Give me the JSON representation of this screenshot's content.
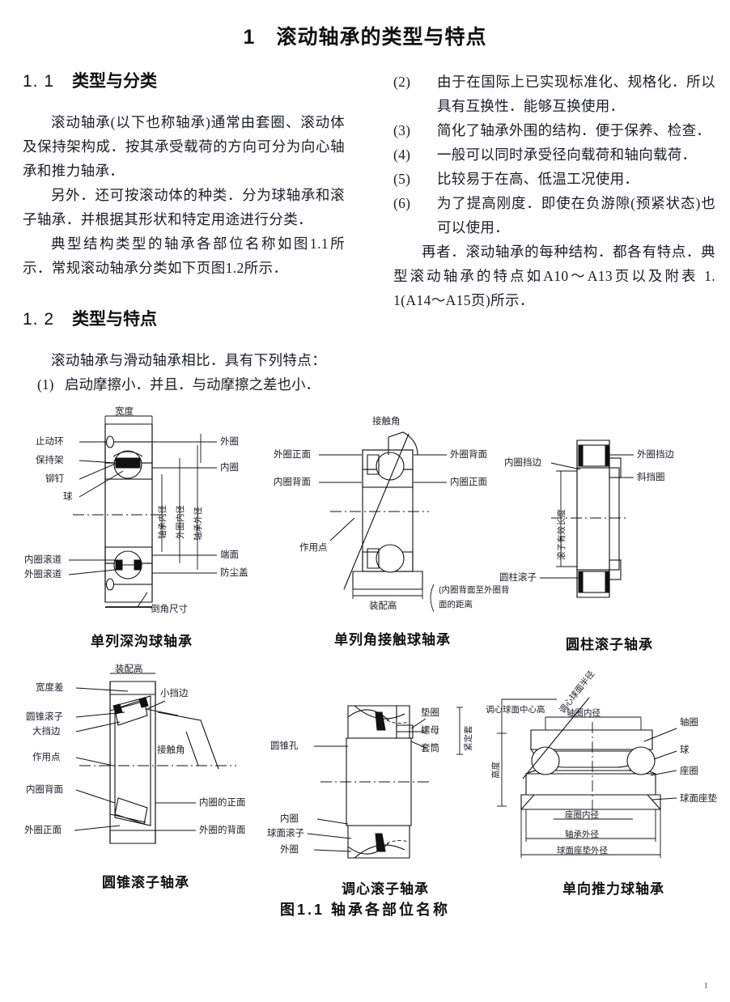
{
  "page": {
    "chapter_number": "1",
    "chapter_title": "滚动轴承的类型与特点",
    "footer_mark": "1"
  },
  "sections": {
    "s11": {
      "number": "1. 1",
      "title": "类型与分类",
      "paragraphs": [
        "滚动轴承(以下也称轴承)通常由套圈、滚动体及保持架构成．按其承受载荷的方向可分为向心轴承和推力轴承．",
        "另外．还可按滚动体的种类．分为球轴承和滚子轴承．并根据其形状和特定用途进行分类．",
        "典型结构类型的轴承各部位名称如图1.1所示．常规滚动轴承分类如下页图1.2所示．"
      ]
    },
    "s12": {
      "number": "1. 2",
      "title": "类型与特点",
      "lead": "滚动轴承与滑动轴承相比．具有下列特点：",
      "items": [
        {
          "marker": "(1)",
          "text": "启动摩擦小．并且．与动摩擦之差也小．"
        },
        {
          "marker": "(2)",
          "text": "由于在国际上已实现标准化、规格化．所以具有互换性．能够互换使用．"
        },
        {
          "marker": "(3)",
          "text": "简化了轴承外围的结构．便于保养、检查．"
        },
        {
          "marker": "(4)",
          "text": "一般可以同时承受径向载荷和轴向载荷．"
        },
        {
          "marker": "(5)",
          "text": "比较易于在高、低温工况使用．"
        },
        {
          "marker": "(6)",
          "text": "为了提高刚度．即使在负游隙(预紧状态)也可以使用．"
        }
      ],
      "closing": "再者．滚动轴承的每种结构．都各有特点．典型滚动轴承的特点如A10～A13页以及附表 1. 1(A14～A15页)所示．"
    }
  },
  "figure": {
    "title": "图1.1 轴承各部位名称",
    "cells": [
      {
        "caption": "单列深沟球轴承",
        "labels": {
          "width": "宽度",
          "snap_ring": "止动环",
          "cage": "保持架",
          "rivet": "铆钉",
          "ball": "球",
          "outer_ring": "外圈",
          "inner_ring": "内圈",
          "bearing_bore": "轴承内径",
          "outer_ring_bore": "外圈内径",
          "bearing_od": "轴承外径",
          "face": "端面",
          "dust_cover": "防尘盖",
          "inner_raceway": "内圈滚道",
          "outer_raceway": "外圈滚道",
          "chamfer": "倒角尺寸"
        }
      },
      {
        "caption": "单列角接触球轴承",
        "labels": {
          "contact_angle": "接触角",
          "outer_front": "外圈正面",
          "outer_back": "外圈背面",
          "inner_back": "内圈背面",
          "inner_front": "内圈正面",
          "action_point": "作用点",
          "mounting_height": "装配高",
          "note_line1": "(内圈背面至外圈背",
          "note_line2": "面的距离"
        }
      },
      {
        "caption": "圆柱滚子轴承",
        "labels": {
          "outer_rib": "外圈挡边",
          "inner_rib": "内圈挡边",
          "angle_ring": "斜挡圈",
          "roller_eff_len": "滚子有效长度",
          "cyl_roller": "圆柱滚子"
        }
      },
      {
        "caption": "圆锥滚子轴承",
        "labels": {
          "mounting_height": "装配高",
          "width_diff": "宽度差",
          "taper_roller": "圆锥滚子",
          "large_rib": "大挡边",
          "small_rib": "小挡边",
          "contact_angle": "接触角",
          "action_point": "作用点",
          "inner_back": "内圈背面",
          "inner_front": "内圈的正面",
          "outer_front": "外圈正面",
          "outer_back": "外圈的背面"
        }
      },
      {
        "caption": "调心滚子轴承",
        "labels": {
          "taper_bore": "圆锥孔",
          "inner_ring": "内圈",
          "sphere_roller": "球面滚子",
          "outer_ring": "外圈",
          "washer": "垫圈",
          "nut": "螺母",
          "sleeve": "套筒",
          "adapter": "紧定套"
        }
      },
      {
        "caption": "单向推力球轴承",
        "labels": {
          "align_radius": "调心球面半径",
          "align_center_h": "调心球面中心高",
          "shaft_ring_bore": "轴圈内径",
          "shaft_ring": "轴圈",
          "ball": "球",
          "seat_ring": "座圈",
          "sphere_seat": "球面座垫",
          "height": "高度",
          "seat_ring_bore": "座圈内径",
          "bearing_od": "轴承外径",
          "sphere_seat_od": "球面座垫外径"
        }
      }
    ]
  }
}
